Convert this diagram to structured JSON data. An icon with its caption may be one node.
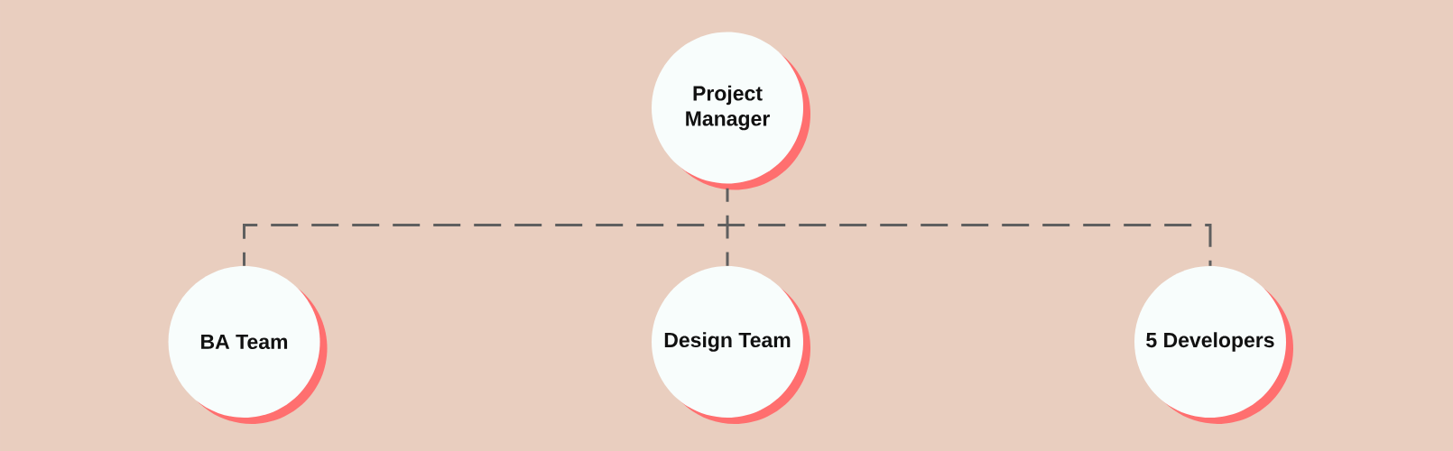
{
  "diagram": {
    "nodes": [
      {
        "text": [
          "Project Manager"
        ]
      },
      {
        "text": [
          "BA Team"
        ]
      },
      {
        "text": [
          "Design Team"
        ]
      },
      {
        "text": [
          "5 Developers"
        ]
      }
    ],
    "edges": [
      {
        "from": 0,
        "to": 1,
        "arrow": "none",
        "style": "dashed"
      },
      {
        "from": 0,
        "to": 2,
        "arrow": "none",
        "style": "dashed"
      },
      {
        "from": 0,
        "to": 3,
        "arrow": "none",
        "style": "dashed"
      }
    ]
  }
}
